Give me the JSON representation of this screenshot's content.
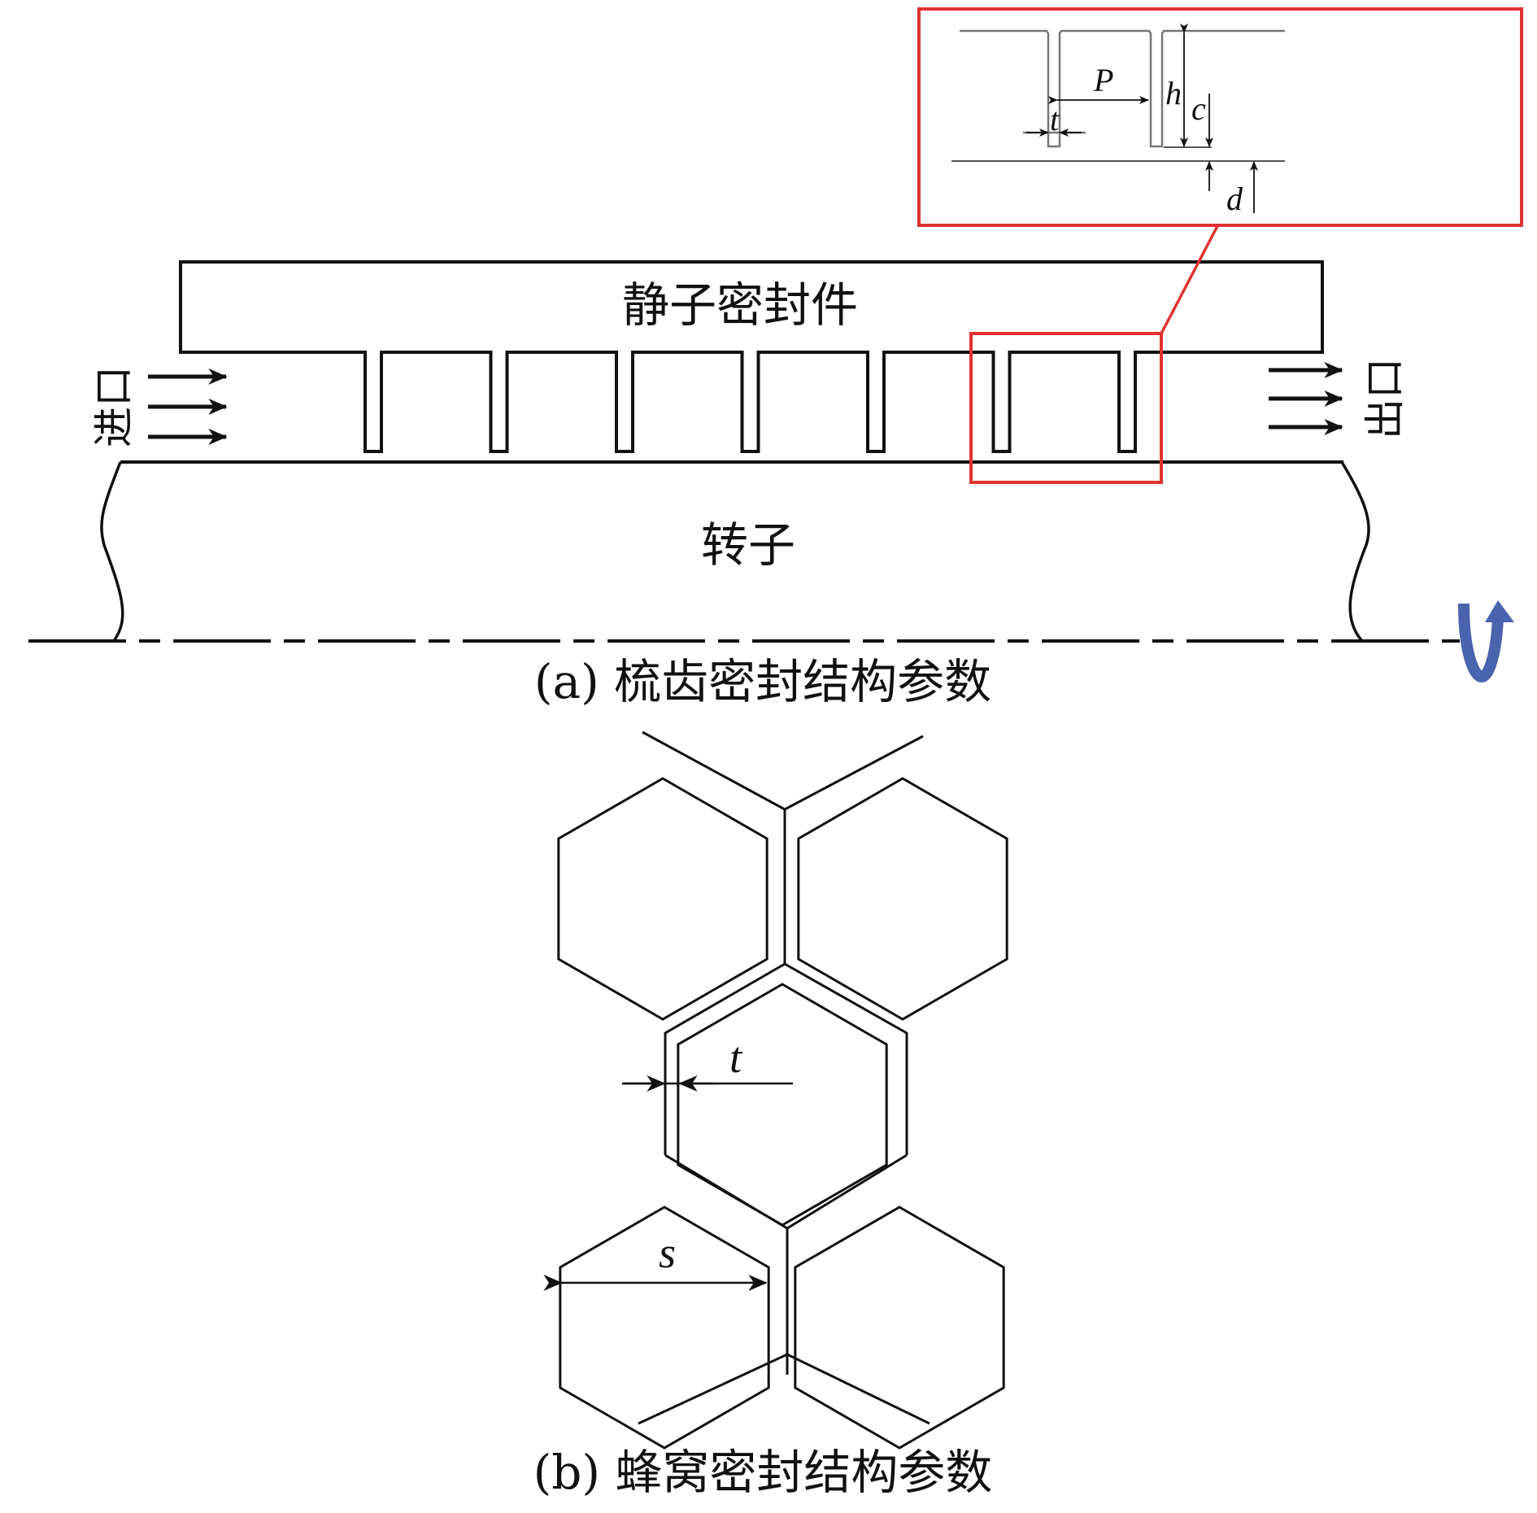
{
  "figure_a": {
    "caption": "(a) 梳齿密封结构参数",
    "stator_label": "静子密封件",
    "rotor_label": "转子",
    "inlet_label": "进口",
    "outlet_label": "出口",
    "tooth_count": 7,
    "inset_parameters": {
      "pitch": "P",
      "tooth_thickness": "t",
      "tooth_height": "h",
      "clearance": "c",
      "offset": "d"
    },
    "highlight_color": "#e03232",
    "rotation_arrow_color": "#4a63ad"
  },
  "figure_b": {
    "caption": "(b) 蜂窝密封结构参数",
    "cell_count": 5,
    "parameters": {
      "wall_thickness": "t",
      "cell_width": "s"
    }
  }
}
